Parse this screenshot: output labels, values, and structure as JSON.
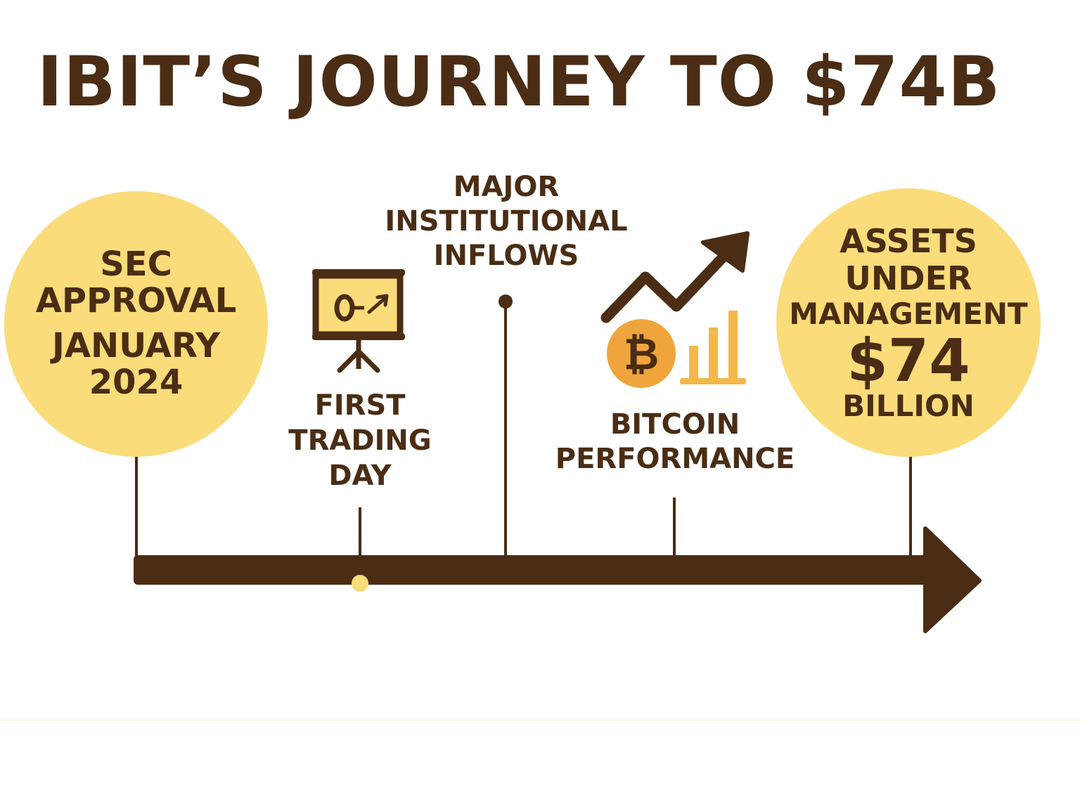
{
  "title": "IBIT’S JOURNEY TO $74B",
  "milestones": {
    "sec": {
      "line1": "SEC",
      "line2": "APPROVAL",
      "date1": "JANUARY",
      "date2": "2024"
    },
    "first_trading": {
      "line1": "FIRST",
      "line2": "TRADING",
      "line3": "DAY"
    },
    "institutional": {
      "line1": "MAJOR",
      "line2": "INSTITUTIONAL",
      "line3": "INFLOWS"
    },
    "bitcoin": {
      "line1": "BITCOIN",
      "line2": "PERFORMANCE"
    },
    "aum": {
      "line1": "ASSETS",
      "line2": "UNDER",
      "line3": "MANAGEMENT",
      "value": "$74",
      "unit": "BILLION"
    }
  },
  "icons": {
    "presentation": "presentation-board-icon",
    "trend": "trend-up-arrow-icon",
    "bitcoin": "bitcoin-coin-icon",
    "bars": "bar-chart-icon"
  },
  "colors": {
    "brown": "#4a2d14",
    "yellow": "#fbdc7a",
    "orange": "#f0a53c",
    "light_orange": "#f4b74a"
  }
}
